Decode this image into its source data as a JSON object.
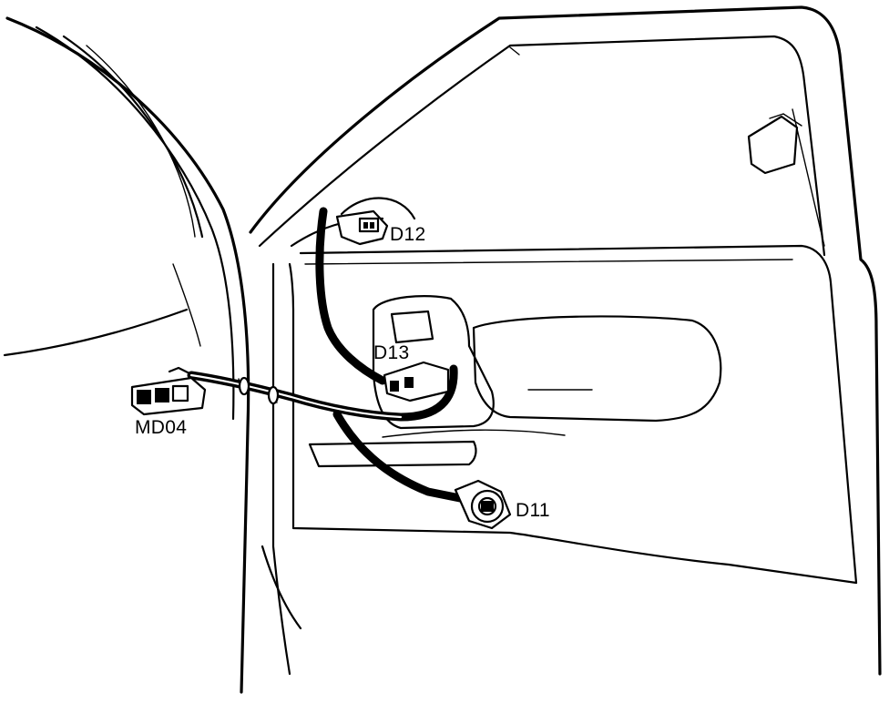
{
  "labels": {
    "d12": "D12",
    "d13": "D13",
    "d11": "D11",
    "md04": "MD04"
  }
}
